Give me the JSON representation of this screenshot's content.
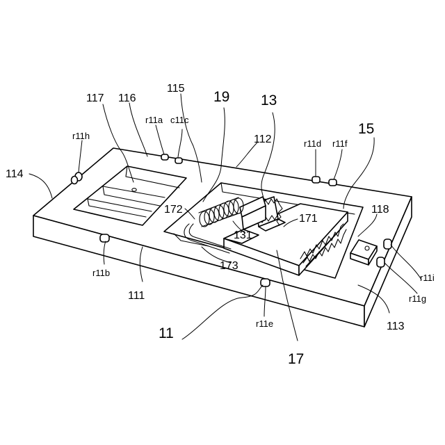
{
  "labels": {
    "l11": "11",
    "l13": "13",
    "l15": "15",
    "l17": "17",
    "l19": "19",
    "l111": "111",
    "l112": "112",
    "l113": "113",
    "l114": "114",
    "l115": "115",
    "l116": "116",
    "l117": "117",
    "l118": "118",
    "l131": "131",
    "l171": "171",
    "l172": "172",
    "l173": "173",
    "r11a": "r11a",
    "c11c": "c11c",
    "r11b": "r11b",
    "r11d": "r11d",
    "r11e": "r11e",
    "r11f": "r11f",
    "r11g": "r11g",
    "r11h": "r11h",
    "r11i": "r11i"
  }
}
